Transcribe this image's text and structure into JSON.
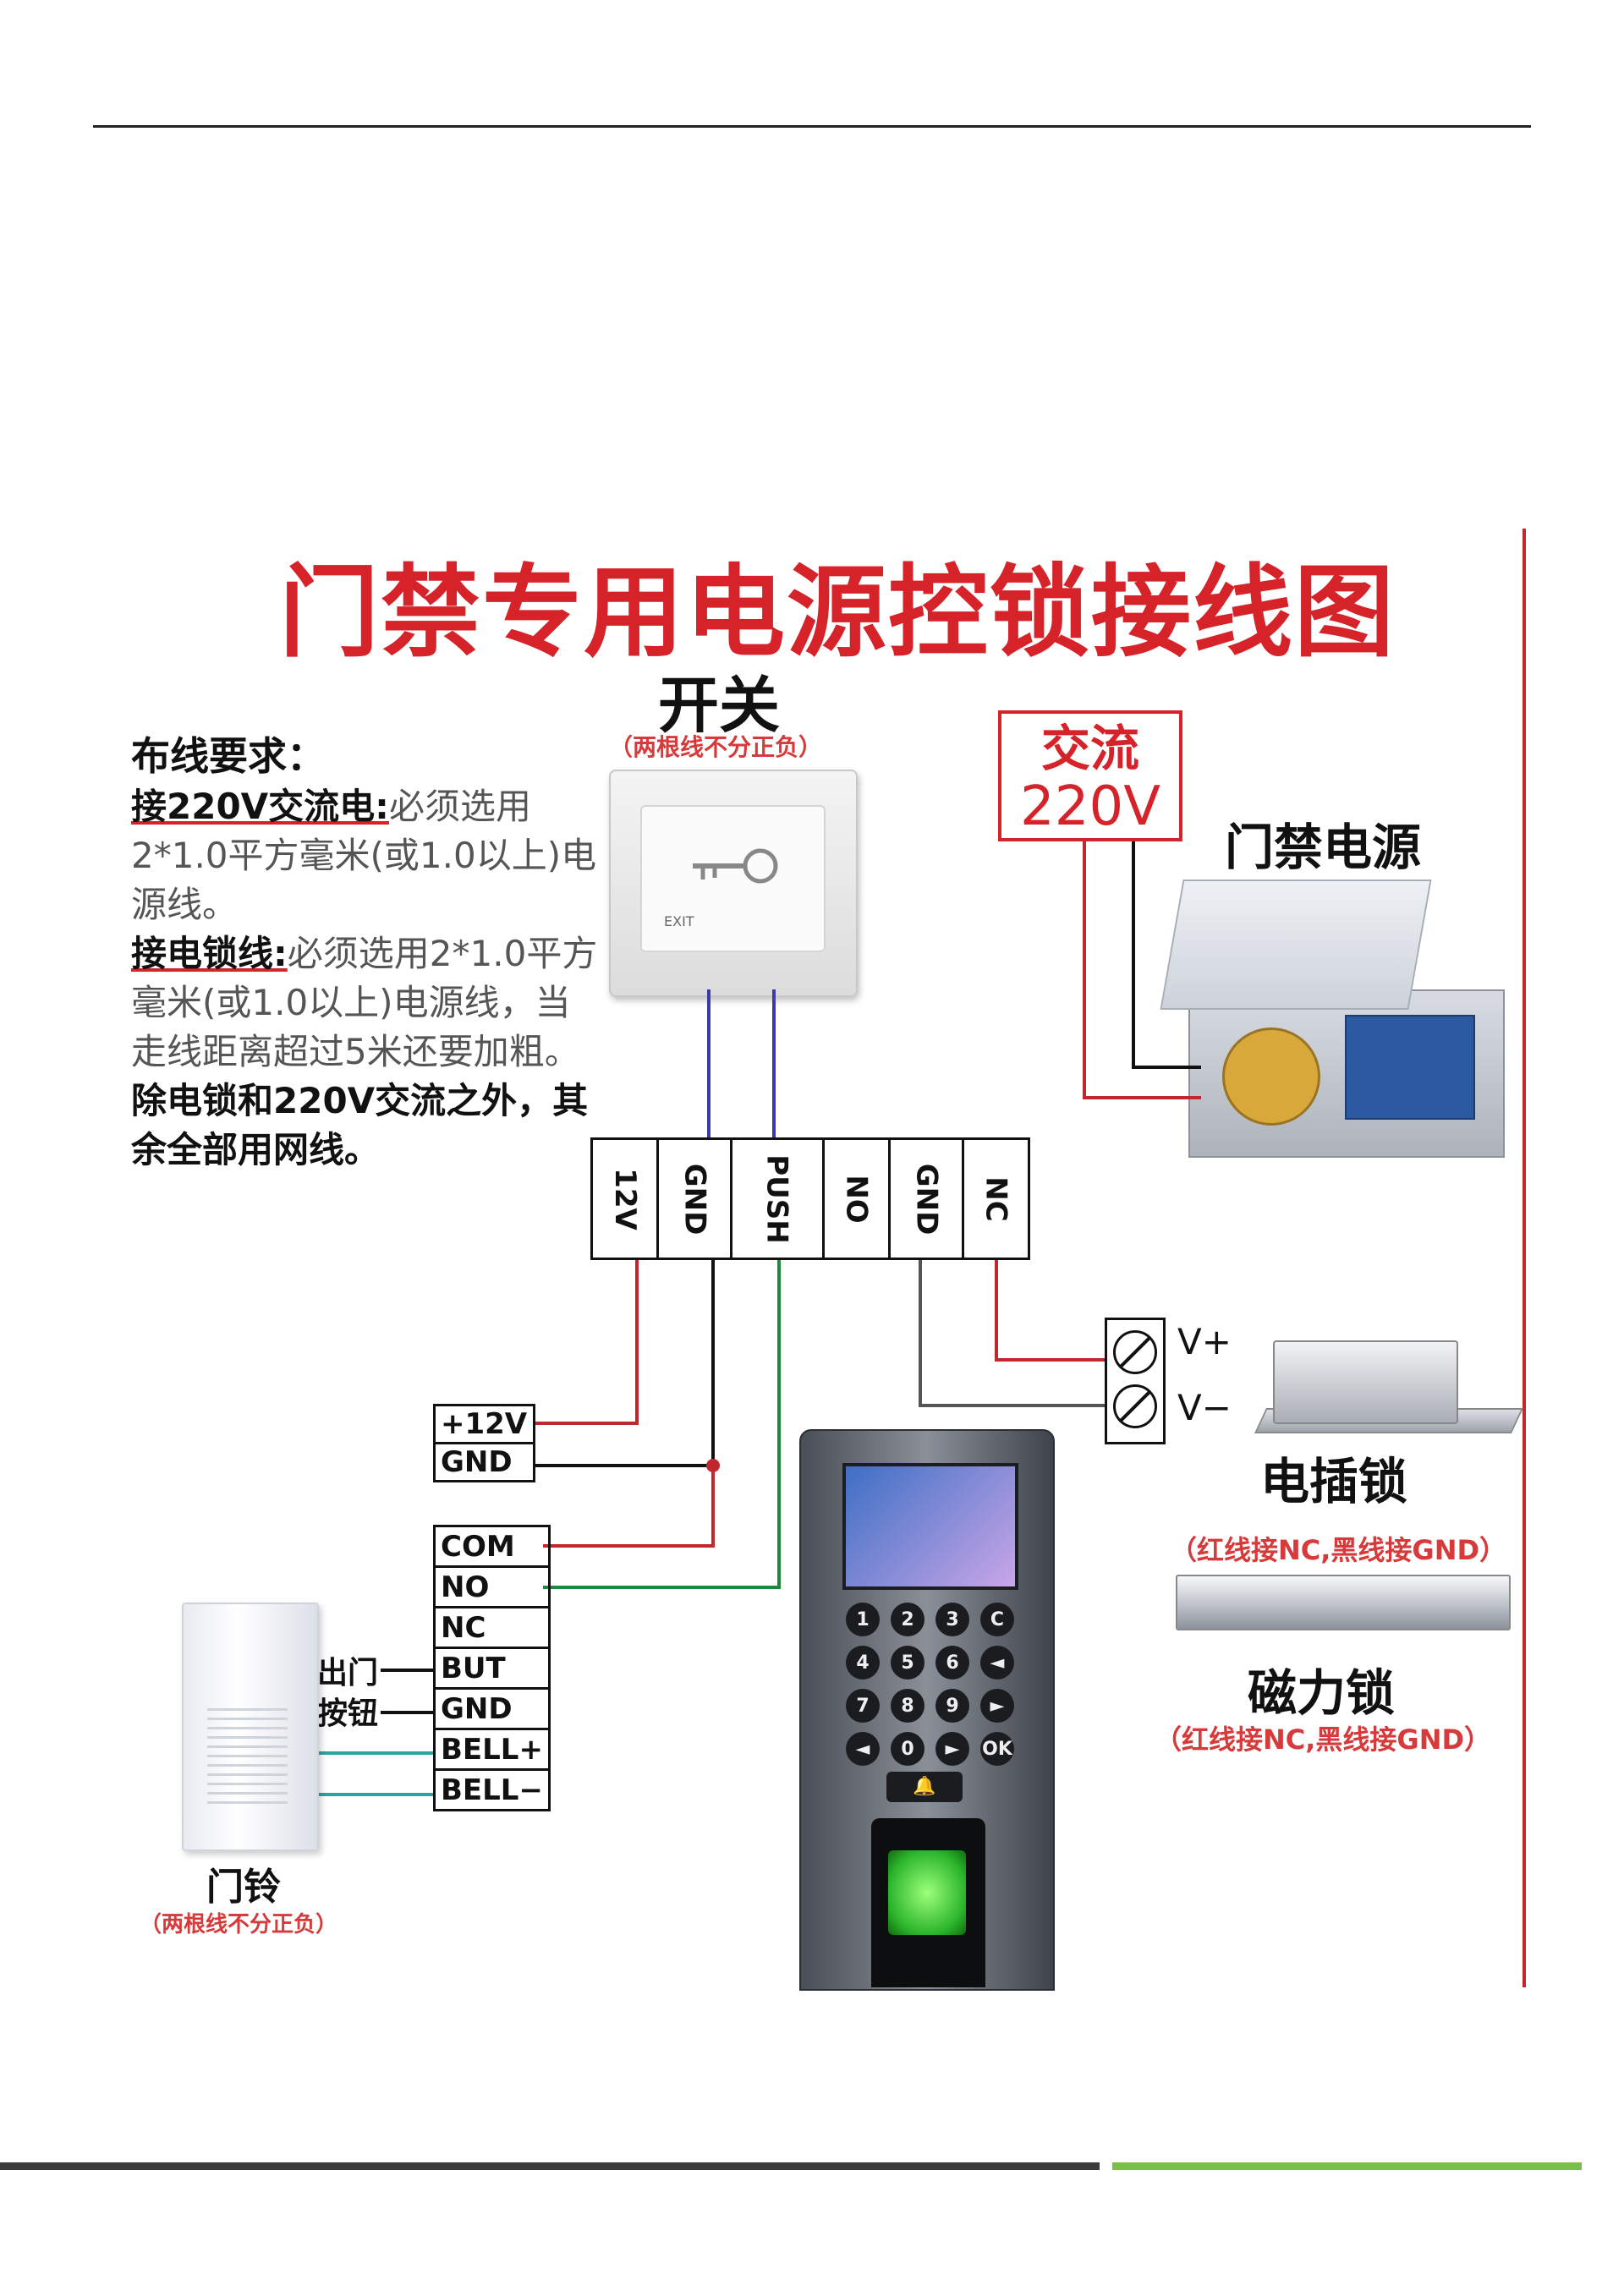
{
  "title": "门禁专用电源控锁接线图",
  "switch": {
    "label": "开关",
    "note": "（两根线不分正负）",
    "exit_text": "EXIT"
  },
  "requirements": {
    "heading": "布线要求：",
    "ac_key": "接220V交流电:",
    "ac_text": "必须选用2*1.0平方毫米(或1.0以上)电源线。",
    "lock_key": "接电锁线:",
    "lock_text": "必须选用2*1.0平方毫米(或1.0以上)电源线，当走线距离超过5米还要加粗。",
    "other": "除电锁和220V交流之外，其余全部用网线。"
  },
  "power": {
    "ac_label": "交流",
    "ac_voltage": "220V",
    "label": "门禁电源"
  },
  "terminal_block": [
    "12V",
    "GND",
    "PUSH",
    "NO",
    "GND",
    "NC"
  ],
  "lock_terminals": {
    "plus": "V+",
    "minus": "V−"
  },
  "bolt_lock": {
    "label": "电插锁",
    "note": "（红线接NC,黑线接GND）"
  },
  "mag_lock": {
    "label": "磁力锁",
    "note": "（红线接NC,黑线接GND）"
  },
  "controller_power": [
    "+12V",
    "GND"
  ],
  "controller_io": [
    "COM",
    "NO",
    "NC",
    "BUT",
    "GND",
    "BELL+",
    "BELL−"
  ],
  "exit_button_label": "出门按钮",
  "doorbell": {
    "label": "门铃",
    "note": "（两根线不分正负）"
  },
  "keypad": [
    "1",
    "2",
    "3",
    "C",
    "4",
    "5",
    "6",
    "◄",
    "7",
    "8",
    "9",
    "►",
    "◄",
    "0",
    "►",
    "OK"
  ],
  "colors": {
    "title_red": "#d6232a",
    "wire_red": "#c0282e",
    "wire_blue": "#3d3aa8",
    "wire_green": "#1b8a3a",
    "wire_teal": "#2aa6a0",
    "accent_green": "#7ac143"
  }
}
